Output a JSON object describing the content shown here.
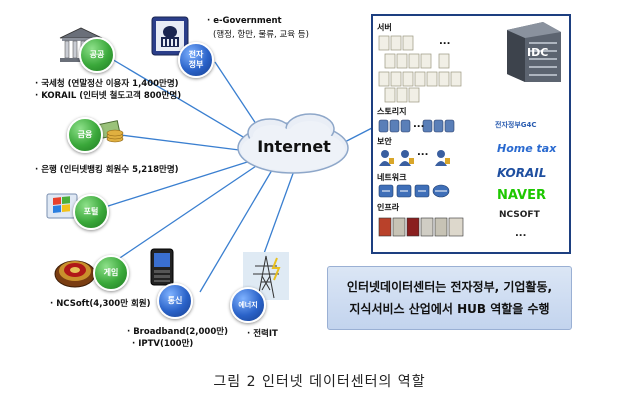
{
  "center": {
    "label": "Internet"
  },
  "nodes": {
    "gov": {
      "circle": "공공",
      "lines": [
        "· 국세청 (연말정산 이용자 1,400만명)",
        "· KORAIL (인터넷 철도고객 800만명)"
      ]
    },
    "egov": {
      "circle": "전자\n정부",
      "lines": [
        "· e-Government",
        "(행정, 항만, 물류, 교육 등)"
      ]
    },
    "finance": {
      "circle": "금융",
      "lines": [
        "· 은행 (인터넷뱅킹 회원수 5,218만명)"
      ]
    },
    "portal": {
      "circle": "포털",
      "lines": []
    },
    "game": {
      "circle": "게임",
      "lines": [
        "· NCSoft(4,300만 회원)"
      ]
    },
    "telecom": {
      "circle": "통신",
      "lines": [
        "· Broadband(2,000만)",
        "· IPTV(100만)"
      ]
    },
    "energy": {
      "circle": "에너지",
      "lines": [
        "· 전력IT"
      ]
    }
  },
  "idc": {
    "badge": "IDC",
    "sections": {
      "server": "서버",
      "storage": "스토리지",
      "security": "보안",
      "network": "네트워크",
      "infra": "인프라"
    },
    "ellipsis": "...",
    "logos": {
      "egov": "전자정부G4C",
      "hometax": "Home tax",
      "korail": "KORAIL",
      "naver": "NAVER",
      "ncsoft": "NCSOFT",
      "more": "..."
    }
  },
  "hub": {
    "line1": "인터넷데이터센터는 전자정부, 기업활동,",
    "line2": "지식서비스 산업에서  HUB 역할을 수행"
  },
  "caption": "그림 2 인터넷 데이터센터의 역할",
  "colors": {
    "node_green": "#3aa83a",
    "node_blue": "#2a62c8",
    "panel_border": "#1d3f80",
    "naver": "#1ec800",
    "korail": "#1f4fa0"
  }
}
